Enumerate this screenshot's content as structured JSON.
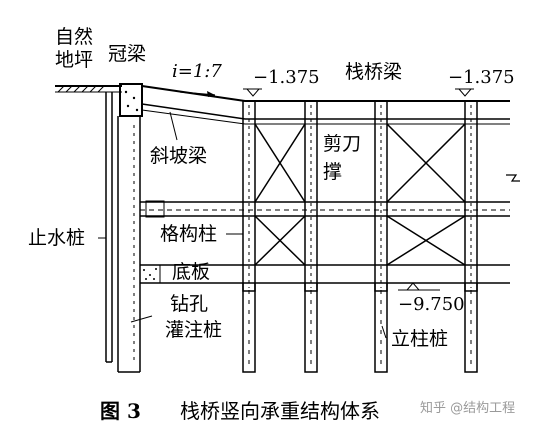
{
  "labels": {
    "natural_ground_1": "自然",
    "natural_ground_2": "地坪",
    "crown_beam": "冠梁",
    "slope": "i=1:7",
    "elev_left": "−1.375",
    "trestle_beam": "栈桥梁",
    "elev_right": "−1.375",
    "scissor_brace_1": "剪刀",
    "scissor_brace_2": "撑",
    "sloped_beam": "斜坡梁",
    "waterstop_pile": "止水桩",
    "lattice_column": "格构柱",
    "base_slab": "底板",
    "bored_pile_1": "钻孔",
    "bored_pile_2": "灌注桩",
    "elev_bottom": "−9.750",
    "column_pile": "立柱桩"
  },
  "caption": {
    "number": "图 3",
    "title": "栈桥竖向承重结构体系"
  },
  "watermark": "知乎 @结构工程"
}
